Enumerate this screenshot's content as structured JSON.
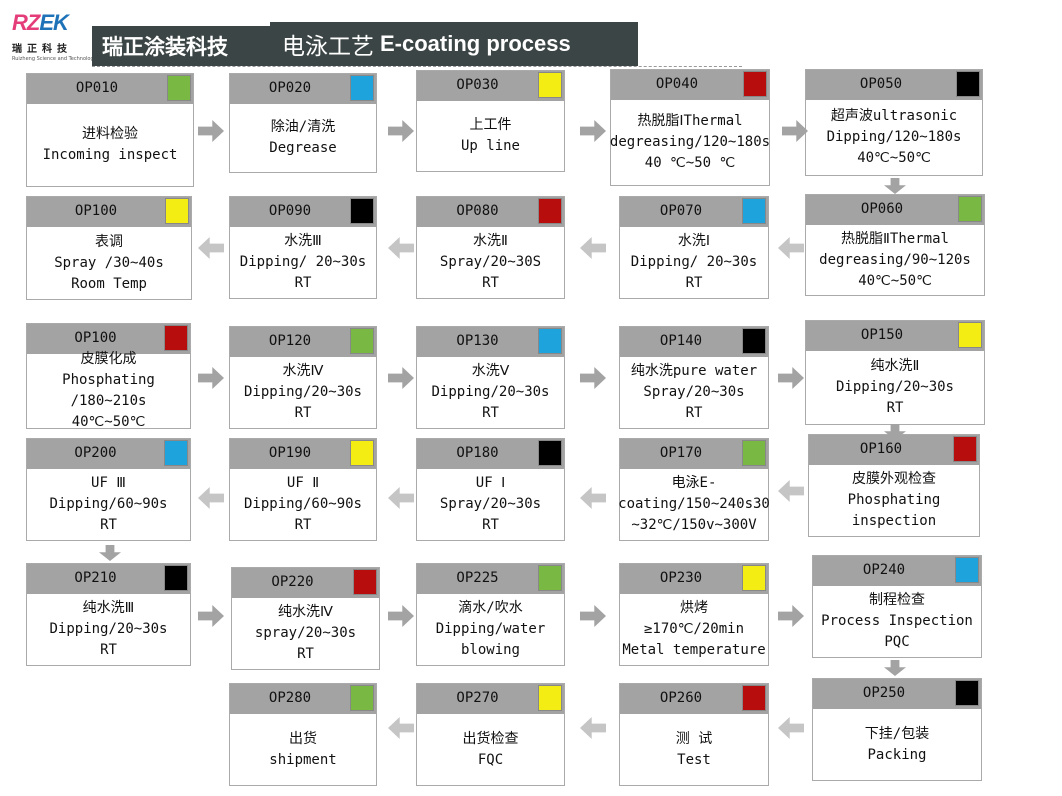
{
  "logo": {
    "mark_r": "R",
    "mark_z": "Z",
    "mark_ek": "EK",
    "cn": "瑞正科技",
    "en": "Ruizheng Science and Technology"
  },
  "banner": {
    "company": "瑞正涂装科技",
    "title_cn": "电泳工艺",
    "title_en": "E-coating process"
  },
  "colors": {
    "green": "#78b843",
    "blue": "#1fa3dc",
    "yellow": "#f4ed14",
    "red": "#b80d0d",
    "black": "#000000",
    "header": "#a3a3a3"
  },
  "steps": [
    {
      "code": "OP010",
      "color": "#78b843",
      "lines": [
        "进料检验",
        "Incoming inspect"
      ]
    },
    {
      "code": "OP020",
      "color": "#1fa3dc",
      "lines": [
        "除油/清洗",
        "Degrease"
      ]
    },
    {
      "code": "OP030",
      "color": "#f4ed14",
      "lines": [
        "上工件",
        "Up line"
      ]
    },
    {
      "code": "OP040",
      "color": "#b80d0d",
      "lines": [
        "热脱脂ⅠThermal",
        "degreasing/120~180s",
        "40 ℃~50 ℃"
      ]
    },
    {
      "code": "OP050",
      "color": "#000000",
      "lines": [
        "超声波ultrasonic",
        "Dipping/120~180s",
        "40℃~50℃"
      ]
    },
    {
      "code": "OP100",
      "color": "#f4ed14",
      "lines": [
        "表调",
        "Spray /30~40s",
        "Room Temp"
      ]
    },
    {
      "code": "OP090",
      "color": "#000000",
      "lines": [
        "水洗Ⅲ",
        "Dipping/ 20~30s",
        "RT"
      ]
    },
    {
      "code": "OP080",
      "color": "#b80d0d",
      "lines": [
        "水洗Ⅱ",
        "Spray/20~30S",
        "RT"
      ]
    },
    {
      "code": "OP070",
      "color": "#1fa3dc",
      "lines": [
        "水洗Ⅰ",
        "Dipping/ 20~30s",
        "RT"
      ]
    },
    {
      "code": "OP060",
      "color": "#78b843",
      "lines": [
        "热脱脂ⅡThermal",
        "degreasing/90~120s",
        "40℃~50℃"
      ]
    },
    {
      "code": "OP100",
      "color": "#b80d0d",
      "lines": [
        "皮膜化成",
        "Phosphating",
        "/180~210s",
        "40℃~50℃"
      ]
    },
    {
      "code": "OP120",
      "color": "#78b843",
      "lines": [
        "水洗Ⅳ",
        "Dipping/20~30s",
        "RT"
      ]
    },
    {
      "code": "OP130",
      "color": "#1fa3dc",
      "lines": [
        "水洗Ⅴ",
        "Dipping/20~30s",
        "RT"
      ]
    },
    {
      "code": "OP140",
      "color": "#000000",
      "lines": [
        "纯水洗pure water",
        "Spray/20~30s",
        "RT"
      ]
    },
    {
      "code": "OP150",
      "color": "#f4ed14",
      "lines": [
        "纯水洗Ⅱ",
        "Dipping/20~30s",
        "RT"
      ]
    },
    {
      "code": "OP200",
      "color": "#1fa3dc",
      "lines": [
        "UF Ⅲ",
        "Dipping/60~90s",
        "RT"
      ]
    },
    {
      "code": "OP190",
      "color": "#f4ed14",
      "lines": [
        "UF Ⅱ",
        "Dipping/60~90s",
        "RT"
      ]
    },
    {
      "code": "OP180",
      "color": "#000000",
      "lines": [
        "UF Ⅰ",
        "Spray/20~30s",
        "RT"
      ]
    },
    {
      "code": "OP170",
      "color": "#78b843",
      "lines": [
        "电泳E-",
        "coating/150~240s30",
        "~32℃/150v~300V"
      ]
    },
    {
      "code": "OP160",
      "color": "#b80d0d",
      "lines": [
        "皮膜外观检查",
        "Phosphating",
        "inspection"
      ]
    },
    {
      "code": "OP210",
      "color": "#000000",
      "lines": [
        "纯水洗Ⅲ",
        "Dipping/20~30s",
        "RT"
      ]
    },
    {
      "code": "OP220",
      "color": "#b80d0d",
      "lines": [
        "纯水洗Ⅳ",
        "spray/20~30s",
        "RT"
      ]
    },
    {
      "code": "OP225",
      "color": "#78b843",
      "lines": [
        "滴水/吹水",
        "Dipping/water",
        "blowing"
      ]
    },
    {
      "code": "OP230",
      "color": "#f4ed14",
      "lines": [
        "烘烤",
        "≥170℃/20min",
        "Metal temperature"
      ]
    },
    {
      "code": "OP240",
      "color": "#1fa3dc",
      "lines": [
        "制程检查",
        "Process Inspection",
        "PQC"
      ]
    },
    {
      "code": "OP280",
      "color": "#78b843",
      "lines": [
        "出货",
        "shipment"
      ]
    },
    {
      "code": "OP270",
      "color": "#f4ed14",
      "lines": [
        "出货检查",
        "FQC"
      ]
    },
    {
      "code": "OP260",
      "color": "#b80d0d",
      "lines": [
        "测  试",
        "Test"
      ]
    },
    {
      "code": "OP250",
      "color": "#000000",
      "lines": [
        "下挂/包装",
        "Packing"
      ]
    }
  ]
}
